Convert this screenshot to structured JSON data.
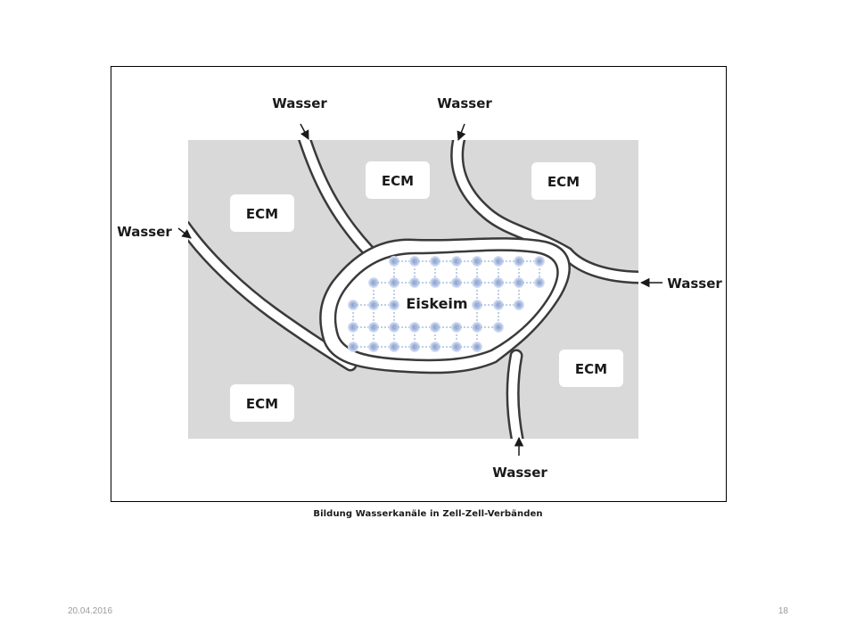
{
  "diagram": {
    "water_label": "Wasser",
    "ecm_label": "ECM",
    "nucleus_label": "Eiskeim",
    "colors": {
      "matrix": "#d9d9d9",
      "channel": "#ffffff",
      "outline": "#3a3a3a",
      "ice_lattice": "#a9bde0"
    }
  },
  "caption": "Bildung Wasserkanäle in Zell-Zell-Verbänden",
  "footer": {
    "date": "20.04.2016",
    "page_number": "18"
  }
}
